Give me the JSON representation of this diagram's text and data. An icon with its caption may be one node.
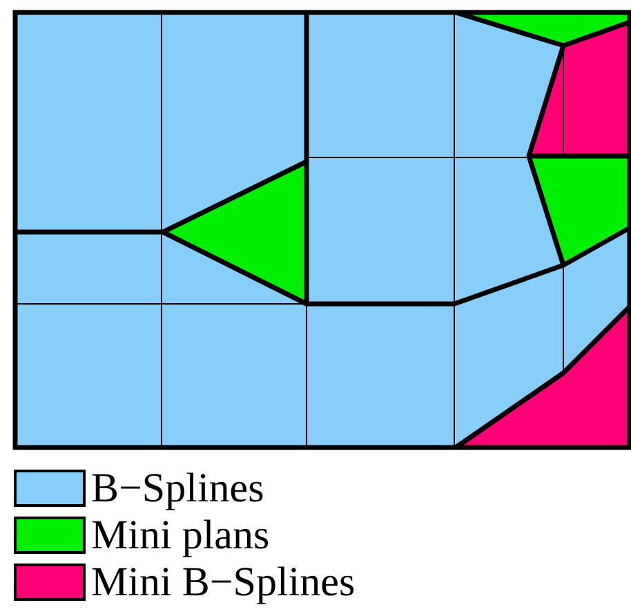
{
  "diagram": {
    "legend": [
      {
        "text": "B−Splines",
        "color": "#87cefa"
      },
      {
        "text": "Mini plans",
        "color": "#00ee00"
      },
      {
        "text": "Mini B−Splines",
        "color": "#ff0077"
      }
    ]
  }
}
